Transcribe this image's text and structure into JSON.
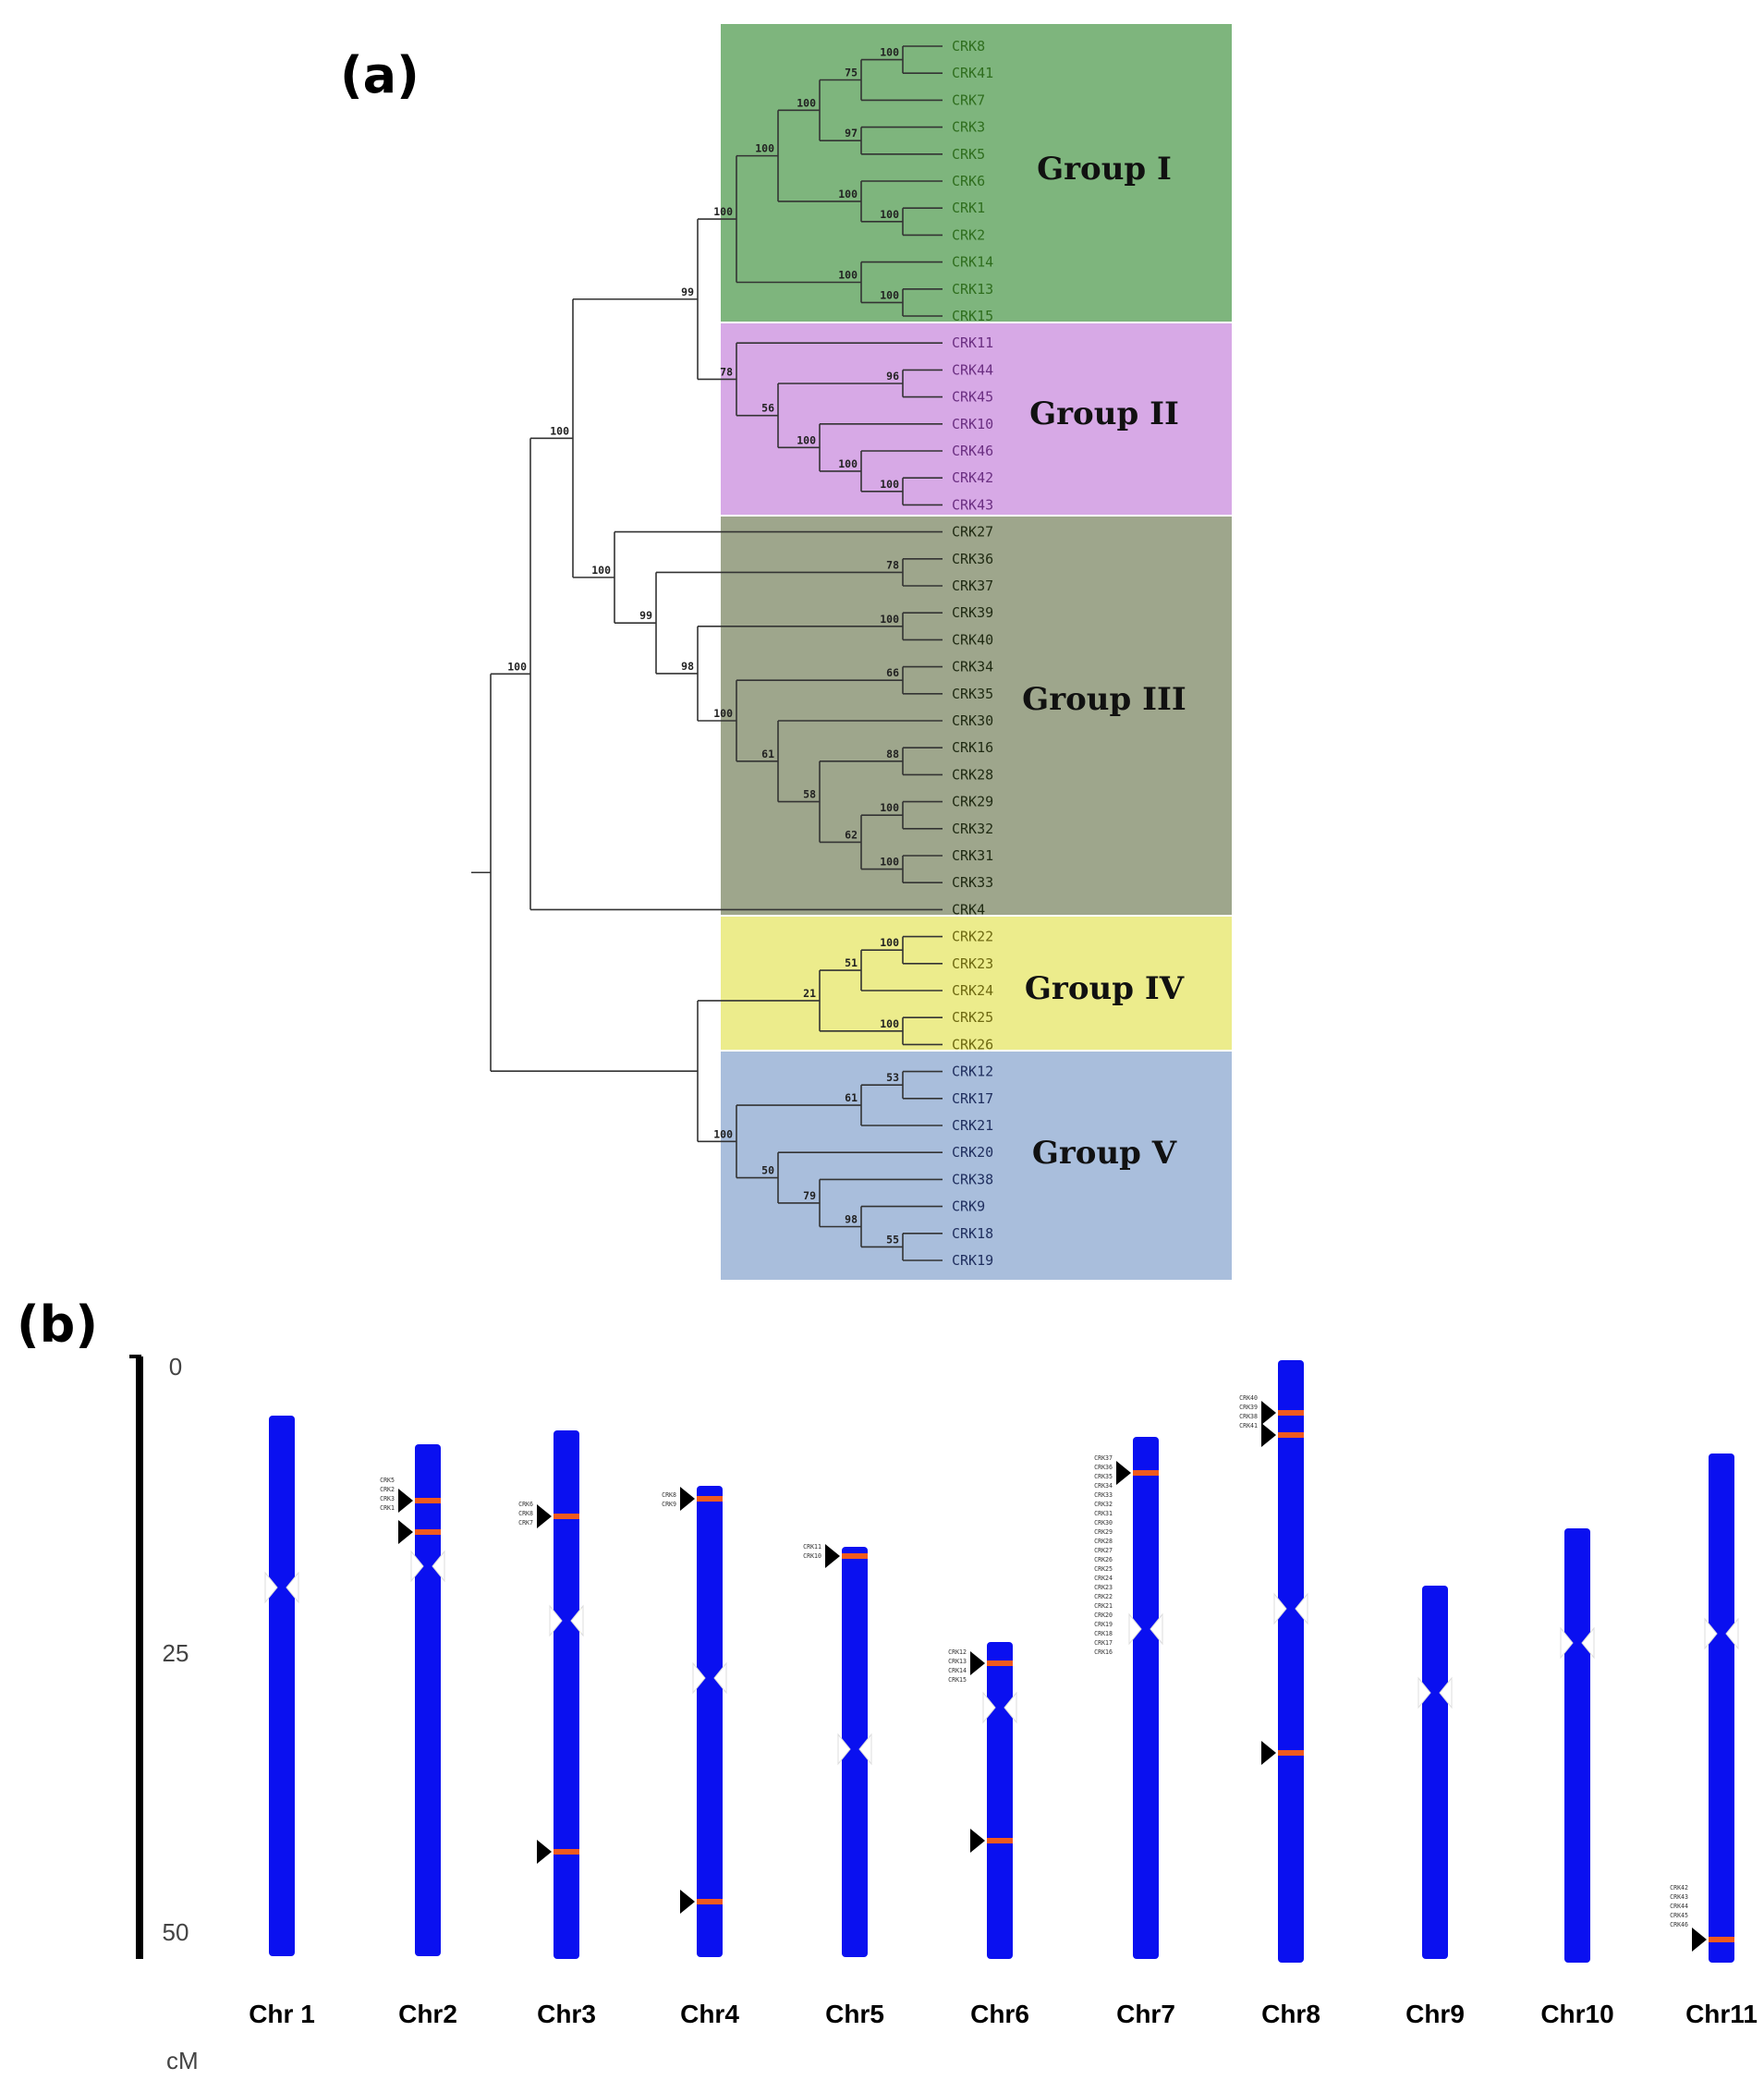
{
  "panel_a": {
    "label": "(a)",
    "groups": [
      {
        "name": "Group I",
        "color": "#7eb57d",
        "text_color": "#2f6e1e"
      },
      {
        "name": "Group II",
        "color": "#d7a9e6",
        "text_color": "#6b2f82"
      },
      {
        "name": "Group III",
        "color": "#9ea68c",
        "text_color": "#1f2a12"
      },
      {
        "name": "Group IV",
        "color": "#ecec8c",
        "text_color": "#6f6a12"
      },
      {
        "name": "Group V",
        "color": "#a9bedc",
        "text_color": "#1f2e5e"
      }
    ],
    "leaves": [
      {
        "name": "CRK8",
        "group": 0
      },
      {
        "name": "CRK41",
        "group": 0
      },
      {
        "name": "CRK7",
        "group": 0
      },
      {
        "name": "CRK3",
        "group": 0
      },
      {
        "name": "CRK5",
        "group": 0
      },
      {
        "name": "CRK6",
        "group": 0
      },
      {
        "name": "CRK1",
        "group": 0
      },
      {
        "name": "CRK2",
        "group": 0
      },
      {
        "name": "CRK14",
        "group": 0
      },
      {
        "name": "CRK13",
        "group": 0
      },
      {
        "name": "CRK15",
        "group": 0
      },
      {
        "name": "CRK11",
        "group": 1
      },
      {
        "name": "CRK44",
        "group": 1
      },
      {
        "name": "CRK45",
        "group": 1
      },
      {
        "name": "CRK10",
        "group": 1
      },
      {
        "name": "CRK46",
        "group": 1
      },
      {
        "name": "CRK42",
        "group": 1
      },
      {
        "name": "CRK43",
        "group": 1
      },
      {
        "name": "CRK27",
        "group": 2
      },
      {
        "name": "CRK36",
        "group": 2
      },
      {
        "name": "CRK37",
        "group": 2
      },
      {
        "name": "CRK39",
        "group": 2
      },
      {
        "name": "CRK40",
        "group": 2
      },
      {
        "name": "CRK34",
        "group": 2
      },
      {
        "name": "CRK35",
        "group": 2
      },
      {
        "name": "CRK30",
        "group": 2
      },
      {
        "name": "CRK16",
        "group": 2
      },
      {
        "name": "CRK28",
        "group": 2
      },
      {
        "name": "CRK29",
        "group": 2
      },
      {
        "name": "CRK32",
        "group": 2
      },
      {
        "name": "CRK31",
        "group": 2
      },
      {
        "name": "CRK33",
        "group": 2
      },
      {
        "name": "CRK4",
        "group": 2
      },
      {
        "name": "CRK22",
        "group": 3
      },
      {
        "name": "CRK23",
        "group": 3
      },
      {
        "name": "CRK24",
        "group": 3
      },
      {
        "name": "CRK25",
        "group": 3
      },
      {
        "name": "CRK26",
        "group": 3
      },
      {
        "name": "CRK12",
        "group": 4
      },
      {
        "name": "CRK17",
        "group": 4
      },
      {
        "name": "CRK21",
        "group": 4
      },
      {
        "name": "CRK20",
        "group": 4
      },
      {
        "name": "CRK38",
        "group": 4
      },
      {
        "name": "CRK9",
        "group": 4
      },
      {
        "name": "CRK18",
        "group": 4
      },
      {
        "name": "CRK19",
        "group": 4
      }
    ],
    "bootstrap": [
      "100",
      "75",
      "97",
      "100",
      "100",
      "100",
      "100",
      "100",
      "100",
      "100",
      "96",
      "100",
      "100",
      "100",
      "56",
      "78",
      "99",
      "78",
      "100",
      "66",
      "88",
      "100",
      "100",
      "62",
      "58",
      "61",
      "100",
      "98",
      "99",
      "100",
      "100",
      "100",
      "100",
      "51",
      "100",
      "21",
      "53",
      "61",
      "55",
      "98",
      "79",
      "50",
      "100"
    ]
  },
  "panel_b": {
    "label": "(b)",
    "axis_unit": "cM",
    "axis_ticks": [
      "0",
      "25",
      "50"
    ],
    "chromosomes": [
      {
        "name": "Chr 1",
        "genes": []
      },
      {
        "name": "Chr2",
        "genes": [
          "CRK5",
          "CRK2",
          "CRK3",
          "CRK1"
        ]
      },
      {
        "name": "Chr3",
        "genes": [
          "CRK6",
          "CRK8",
          "CRK7"
        ]
      },
      {
        "name": "Chr4",
        "genes": [
          "CRK8",
          "CRK9"
        ]
      },
      {
        "name": "Chr5",
        "genes": [
          "CRK11",
          "CRK10"
        ]
      },
      {
        "name": "Chr6",
        "genes": [
          "CRK12",
          "CRK13",
          "CRK14",
          "CRK15"
        ]
      },
      {
        "name": "Chr7",
        "genes": [
          "CRK37",
          "CRK36",
          "CRK35",
          "CRK34",
          "CRK33",
          "CRK32",
          "CRK31",
          "CRK30",
          "CRK29",
          "CRK28",
          "CRK27",
          "CRK26",
          "CRK25",
          "CRK24",
          "CRK23",
          "CRK22",
          "CRK21",
          "CRK20",
          "CRK19",
          "CRK18",
          "CRK17",
          "CRK16"
        ]
      },
      {
        "name": "Chr8",
        "genes": [
          "CRK40",
          "CRK39",
          "CRK38",
          "CRK41"
        ]
      },
      {
        "name": "Chr9",
        "genes": []
      },
      {
        "name": "Chr10",
        "genes": []
      },
      {
        "name": "Chr11",
        "genes": [
          "CRK42",
          "CRK43",
          "CRK44",
          "CRK45",
          "CRK46"
        ]
      }
    ],
    "colors": {
      "chromosome": "#0a10f0",
      "marker": "#f05a1e",
      "arrow": "#000000"
    }
  }
}
